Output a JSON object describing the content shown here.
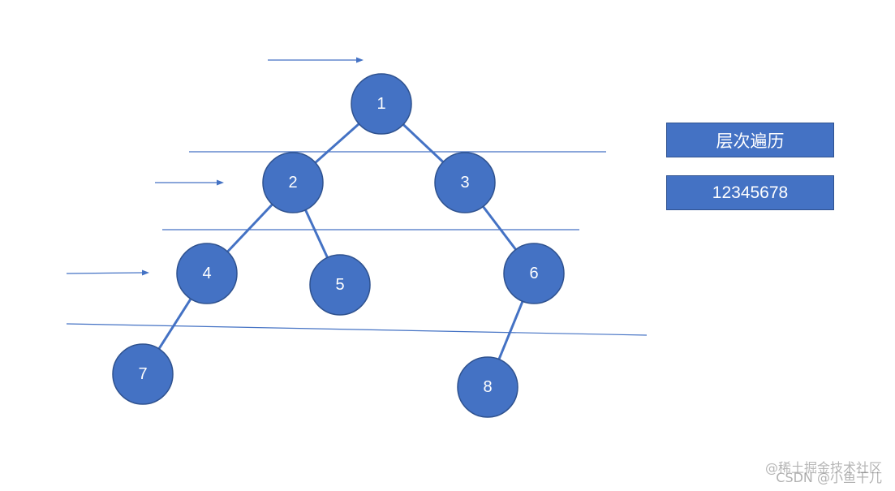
{
  "diagram": {
    "nodes": [
      {
        "id": "1",
        "label": "1"
      },
      {
        "id": "2",
        "label": "2"
      },
      {
        "id": "3",
        "label": "3"
      },
      {
        "id": "4",
        "label": "4"
      },
      {
        "id": "5",
        "label": "5"
      },
      {
        "id": "6",
        "label": "6"
      },
      {
        "id": "7",
        "label": "7"
      },
      {
        "id": "8",
        "label": "8"
      }
    ],
    "edges": [
      {
        "from": "1",
        "to": "2"
      },
      {
        "from": "1",
        "to": "3"
      },
      {
        "from": "2",
        "to": "4"
      },
      {
        "from": "2",
        "to": "5"
      },
      {
        "from": "3",
        "to": "6"
      },
      {
        "from": "4",
        "to": "7"
      },
      {
        "from": "6",
        "to": "8"
      }
    ],
    "colors": {
      "node_fill": "#4472c4",
      "node_stroke": "#2f528f",
      "line": "#4472c4",
      "text": "#ffffff"
    }
  },
  "panel": {
    "title": "层次遍历",
    "result": "12345678"
  },
  "watermark": {
    "line1": "@稀土掘金技术社区",
    "line2": "CSDN @小鱼干儿"
  }
}
